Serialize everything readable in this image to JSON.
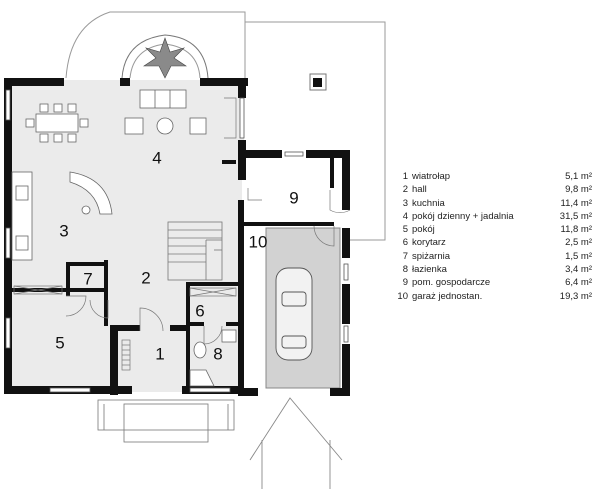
{
  "rooms": [
    {
      "num": "1",
      "name": "wiatrołap",
      "area": "5,1 m²"
    },
    {
      "num": "2",
      "name": "hall",
      "area": "9,8 m²"
    },
    {
      "num": "3",
      "name": "kuchnia",
      "area": "11,4 m²"
    },
    {
      "num": "4",
      "name": "pokój dzienny + jadalnia",
      "area": "31,5 m²"
    },
    {
      "num": "5",
      "name": "pokój",
      "area": "11,8 m²"
    },
    {
      "num": "6",
      "name": "korytarz",
      "area": "2,5 m²"
    },
    {
      "num": "7",
      "name": "spiżarnia",
      "area": "1,5 m²"
    },
    {
      "num": "8",
      "name": "łazienka",
      "area": "3,4 m²"
    },
    {
      "num": "9",
      "name": "pom. gospodarcze",
      "area": "6,4 m²"
    },
    {
      "num": "10",
      "name": "garaż jednostan.",
      "area": "19,3 m²"
    }
  ],
  "colors": {
    "wall": "#111111",
    "floor": "#ebebeb",
    "garage_floor": "#d2d2d2",
    "line": "#777777"
  }
}
